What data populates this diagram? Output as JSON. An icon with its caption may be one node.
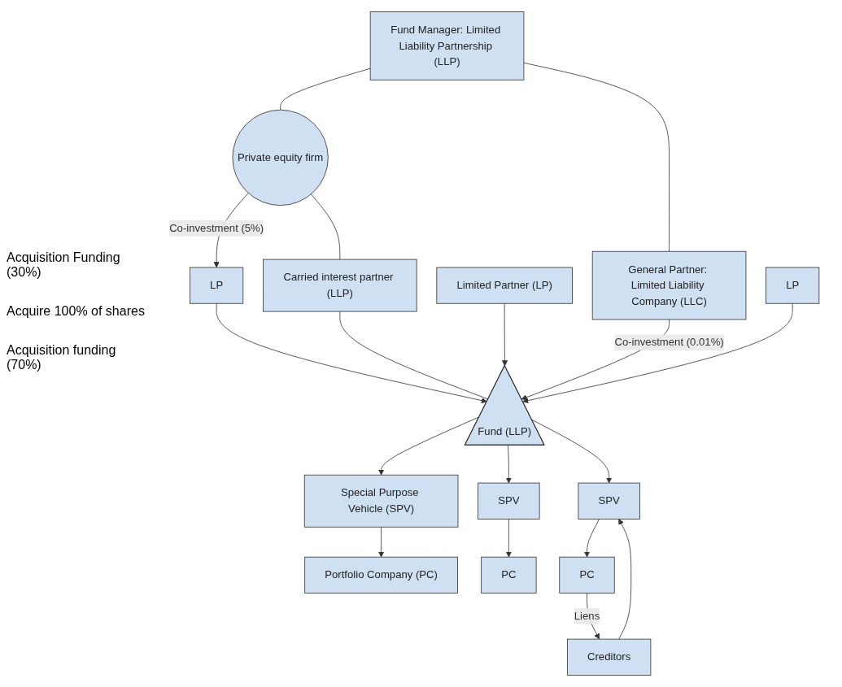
{
  "diagram": {
    "nodes": [
      {
        "text": [
          "Fund Manager: Limited Liability Partnership (LLP)"
        ]
      },
      {
        "text": [
          "Private equity firm"
        ]
      },
      {
        "text": [
          "General Partner: Limited Liability Company (LLC)"
        ]
      },
      {
        "text": [
          "Carried interest partner (LLP)"
        ]
      },
      {
        "text": [
          "Limited Partner (LP)"
        ]
      },
      {
        "text": [
          "LP"
        ]
      },
      {
        "text": [
          "LP"
        ]
      },
      {
        "text": [
          "Fund (LLP)"
        ]
      },
      {
        "text": [
          "Special Purpose Vehicle (SPV)"
        ]
      },
      {
        "text": [
          "SPV"
        ]
      },
      {
        "text": [
          "SPV"
        ]
      },
      {
        "text": [
          "Creditors"
        ]
      },
      {
        "text": [
          "Portfolio Company (PC)"
        ]
      },
      {
        "text": [
          "PC"
        ]
      },
      {
        "text": [
          "PC"
        ]
      }
    ],
    "edges": [
      {
        "from": 0,
        "to": 1,
        "arrow": "none"
      },
      {
        "from": 1,
        "to": 5,
        "arrow": "to",
        "label": "Co-investment (5%)"
      },
      {
        "from": 0,
        "to": 2,
        "arrow": "none"
      },
      {
        "from": 1,
        "to": 3,
        "arrow": "none"
      },
      {
        "from": 3,
        "to": 7,
        "arrow": "none"
      },
      {
        "from": 2,
        "to": 7,
        "arrow": "to",
        "label": "Co-investment (0.01%)"
      },
      {
        "from": 4,
        "to": 7,
        "arrow": "to"
      },
      {
        "from": 5,
        "to": 7,
        "arrow": "to"
      },
      {
        "from": 6,
        "to": 7,
        "arrow": "to"
      },
      {
        "from": 7,
        "to": 8,
        "arrow": "to"
      },
      {
        "from": 7,
        "to": 9,
        "arrow": "to"
      },
      {
        "from": 7,
        "to": 10,
        "arrow": "to"
      },
      {
        "from": 8,
        "to": 12,
        "arrow": "to"
      },
      {
        "from": 9,
        "to": 13,
        "arrow": "to"
      },
      {
        "from": 10,
        "to": 14,
        "arrow": "to"
      },
      {
        "from": 11,
        "to": 10,
        "arrow": "to"
      },
      {
        "from": 14,
        "to": 11,
        "arrow": "to",
        "label": "Liens"
      }
    ],
    "labels": [
      "Acquisition Funding (30%)",
      "Acquire 100% of shares",
      "Acquisition funding (70%)"
    ]
  }
}
